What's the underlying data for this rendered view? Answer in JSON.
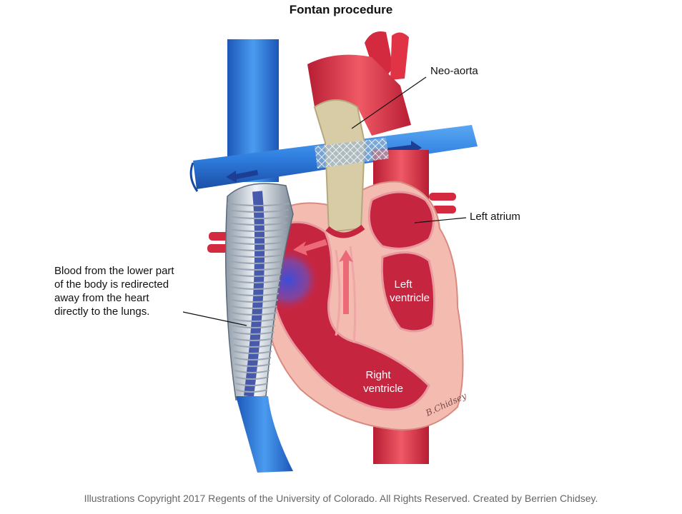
{
  "title": "Fontan procedure",
  "labels": {
    "neo_aorta": "Neo-aorta",
    "left_atrium": "Left atrium",
    "left_ventricle_line1": "Left",
    "left_ventricle_line2": "ventricle",
    "right_ventricle_line1": "Right",
    "right_ventricle_line2": "ventricle",
    "blood_line1": "Blood from the lower part",
    "blood_line2": "of the body is redirected",
    "blood_line3": "away from the heart",
    "blood_line4": "directly to the lungs."
  },
  "signature": "B.Chidsey",
  "copyright": "Illustrations Copyright 2017 Regents of the University of Colorado.  All Rights Reserved. Created by Berrien Chidsey.",
  "colors": {
    "vein_blue": "#2f7fe0",
    "vein_dark": "#1f4fa8",
    "artery_red": "#e23a4c",
    "heart_outer": "#f3b8ad",
    "chamber_red": "#c8263f",
    "graft_tan": "#d9ceab",
    "conduit_gray": "#cfd6de"
  }
}
